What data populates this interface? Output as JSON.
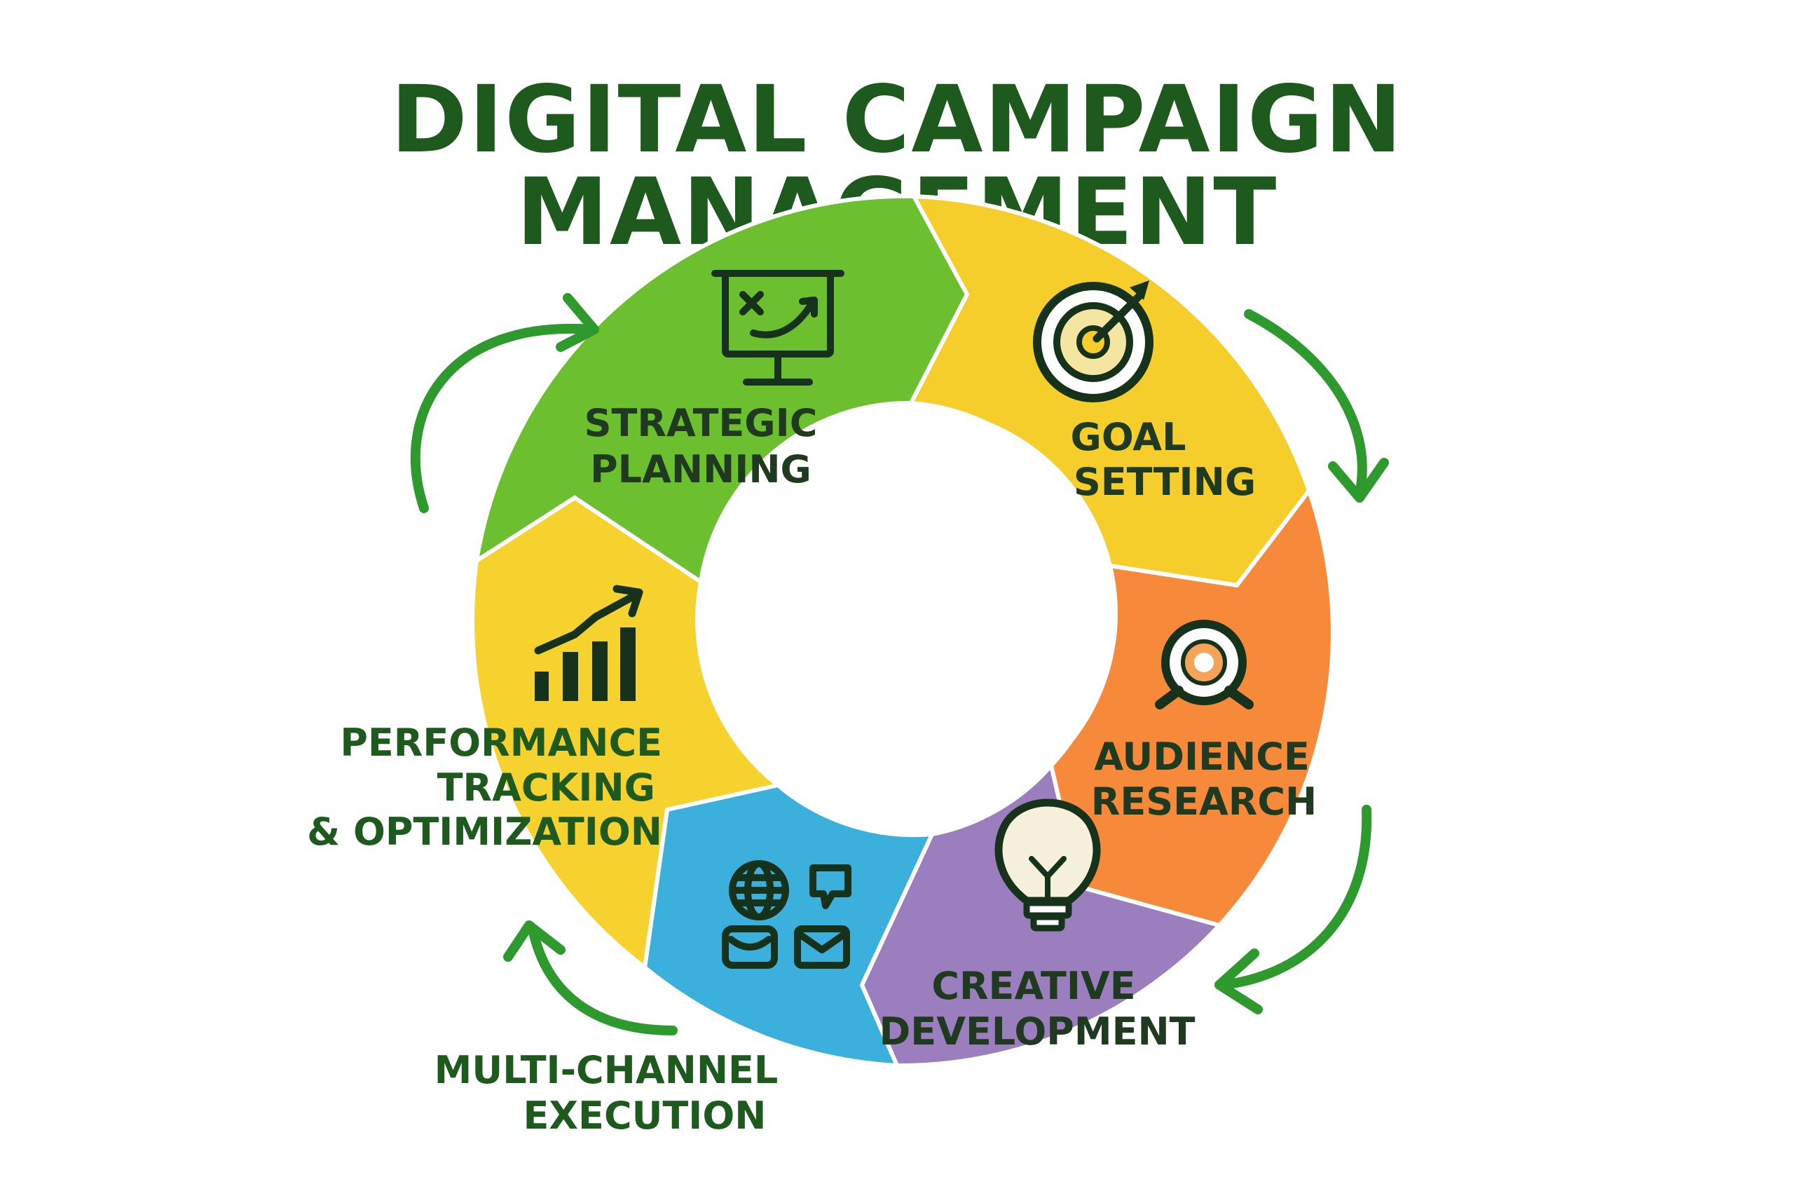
{
  "title": "DIGITAL CAMPAIGN MANAGEMENT",
  "colors": {
    "title": "#1e5a1e",
    "strategic": "#6cbf2e",
    "goal": "#f6ce2b",
    "audience": "#f6893a",
    "creative": "#9a7ebe",
    "multichannel": "#3bb0dc",
    "performance": "#f6d22f",
    "arrows": "#2e9a2e"
  },
  "stages": [
    {
      "id": "strategic",
      "line1": "STRATEGIC",
      "line2": "PLANNING",
      "icon": "strategy-board-icon"
    },
    {
      "id": "goal",
      "line1": "GOAL",
      "line2": "SETTING",
      "icon": "target-dart-icon"
    },
    {
      "id": "audience",
      "line1": "AUDIENCE",
      "line2": "RESEARCH",
      "icon": "magnifier-icon"
    },
    {
      "id": "creative",
      "line1": "CREATIVE",
      "line2": "DEVELOPMENT",
      "icon": "lightbulb-icon"
    },
    {
      "id": "multichannel",
      "line1": "MULTI-CHANNEL",
      "line2": "EXECUTION",
      "icon": "channels-icon"
    },
    {
      "id": "performance",
      "line1": "PERFORMANCE",
      "line2": "TRACKING",
      "line3": "& OPTIMIZATION",
      "icon": "growth-chart-icon"
    }
  ]
}
